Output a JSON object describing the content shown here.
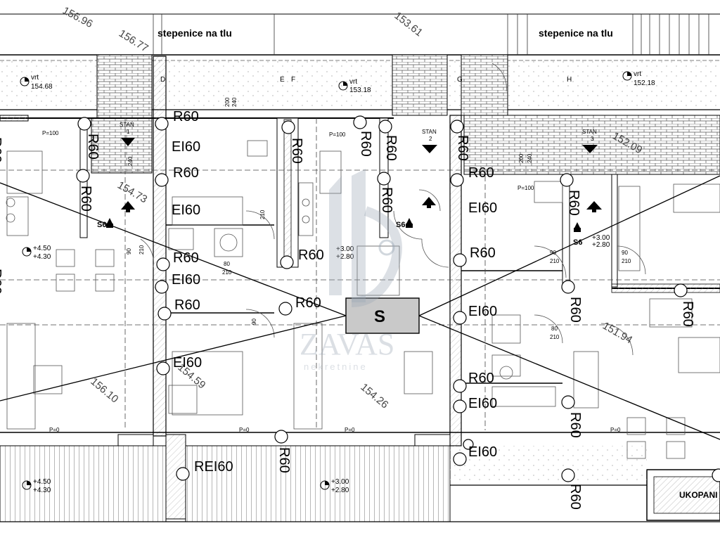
{
  "stairs": [
    "stepenice na tlu",
    "stepenice na tlu"
  ],
  "garden_points": [
    {
      "word": "vrt",
      "level": "154.68"
    },
    {
      "word": "vrt",
      "level": "153.18"
    },
    {
      "word": "vrt",
      "level": "152.18"
    }
  ],
  "units": [
    {
      "word": "STAN",
      "number": "1"
    },
    {
      "word": "STAN",
      "number": "2"
    },
    {
      "word": "STAN",
      "number": "3"
    }
  ],
  "ratings": {
    "r60": "R60",
    "ei60": "EI60",
    "rei60": "REI60"
  },
  "socket_label": "S6",
  "shaft_label": "S",
  "ukopan": "UKOPANI",
  "levels": {
    "a_top": "+4.50",
    "a_bot": "+4.30",
    "b_top": "+3.00",
    "b_bot": "+2.80"
  },
  "contours": [
    "156.96",
    "156.77",
    "153.61",
    "152.09",
    "154.73",
    "151.94",
    "156.10",
    "154.59",
    "154.26"
  ],
  "axes": [
    "D",
    "E",
    "F",
    "G",
    "H"
  ],
  "dims": [
    "200",
    "240",
    "90",
    "210",
    "80",
    "P=100",
    "P=0"
  ],
  "watermark": {
    "brand": "ZAVAS",
    "sub": "nekretnine"
  }
}
